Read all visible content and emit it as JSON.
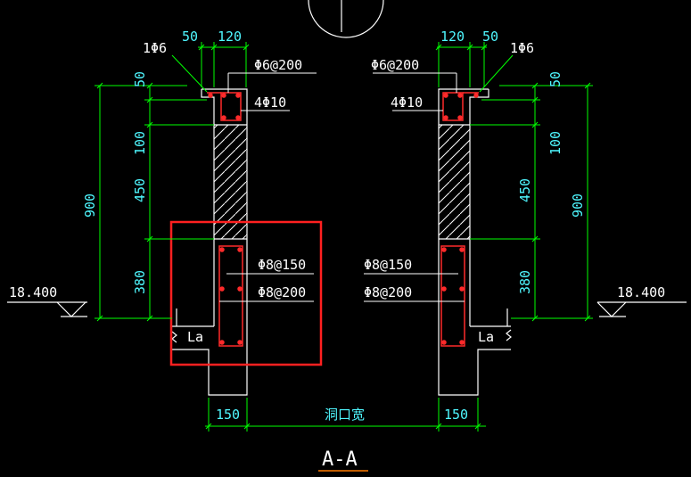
{
  "colors": {
    "background": "#000000",
    "outline": "#ffffff",
    "dimension": "#00ff00",
    "dimension_text": "#4ff7ff",
    "rebar": "#ff2a2a",
    "highlight": "#ff2020",
    "title_underline": "#ff7a00"
  },
  "dims": {
    "top_50_left": "50",
    "top_120_left": "120",
    "top_120_right": "120",
    "top_50_right": "50",
    "v_50_left": "50",
    "v_100_left": "100",
    "v_450_left": "450",
    "v_380_left": "380",
    "v_900_left": "900",
    "v_50_right": "50",
    "v_100_right": "100",
    "v_450_right": "450",
    "v_380_right": "380",
    "v_900_right": "900",
    "bottom_150_left": "150",
    "bottom_150_right": "150",
    "opening_width": "洞口宽"
  },
  "labels": {
    "one_phi6_left": "1Φ6",
    "one_phi6_right": "1Φ6",
    "stirrup_top_left": "Φ6@200",
    "stirrup_top_right": "Φ6@200",
    "main_bar_left": "4Φ10",
    "main_bar_right": "4Φ10",
    "stirrup_150_left": "Φ8@150",
    "stirrup_200_left": "Φ8@200",
    "stirrup_150_right": "Φ8@150",
    "stirrup_200_right": "Φ8@200",
    "la_left": "La",
    "la_right": "La",
    "elevation_left": "18.400",
    "elevation_right": "18.400"
  },
  "title": "A-A"
}
